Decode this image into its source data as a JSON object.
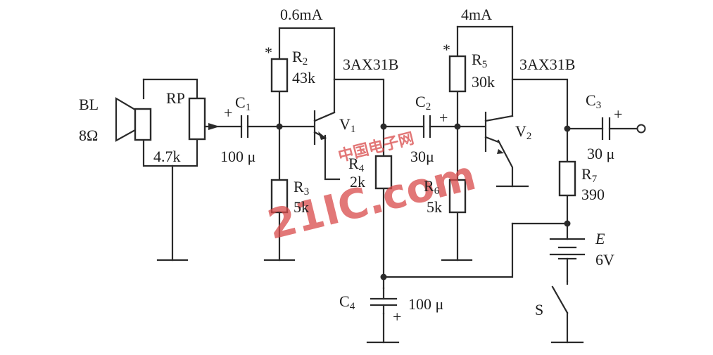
{
  "labels": {
    "current_v1": "0.6mA",
    "current_v2": "4mA",
    "star_r2": "*",
    "star_r5": "*",
    "bl": "BL",
    "bl_value": "8Ω",
    "rp": "RP",
    "rp_value": "4.7k",
    "c1": "C",
    "c1_sub": "1",
    "c1_plus": "+",
    "c1_value": "100 μ",
    "r2": "R",
    "r2_sub": "2",
    "r2_value": "43k",
    "v1_type": "3AX31B",
    "v1": "V",
    "v1_sub": "1",
    "r3": "R",
    "r3_sub": "3",
    "r3_value": "5k",
    "r4": "R",
    "r4_sub": "4",
    "r4_value": "2k",
    "c2": "C",
    "c2_sub": "2",
    "c2_plus": "+",
    "c2_value": "30μ",
    "r5": "R",
    "r5_sub": "5",
    "r5_value": "30k",
    "v2_type": "3AX31B",
    "v2": "V",
    "v2_sub": "2",
    "r6": "R",
    "r6_sub": "6",
    "r6_value": "5k",
    "c3": "C",
    "c3_sub": "3",
    "c3_plus": "+",
    "c3_value": "30 μ",
    "r7": "R",
    "r7_sub": "7",
    "r7_value": "390",
    "e": "E",
    "e_value": "6V",
    "c4": "C",
    "c4_sub": "4",
    "c4_plus": "+",
    "c4_value": "100 μ",
    "s": "S"
  },
  "watermark": {
    "line1": "21IC.com",
    "line2": "中国电子网"
  }
}
